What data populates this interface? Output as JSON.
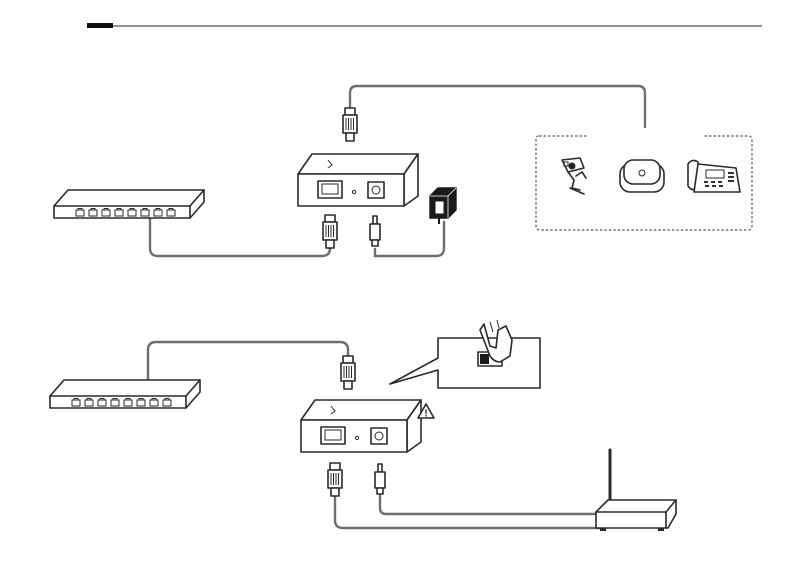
{
  "header": {
    "accent_color": "#111111",
    "rule_color": "#222222"
  },
  "diagrams": [
    {
      "name": "poe-supply-scenario",
      "devices": [
        "network-switch",
        "poe-injector",
        "power-adapter",
        "ip-camera",
        "access-point",
        "ip-phone"
      ]
    },
    {
      "name": "poe-splitter-scenario",
      "devices": [
        "network-switch",
        "poe-injector",
        "dip-switch-callout",
        "warning-icon",
        "wireless-router"
      ]
    }
  ],
  "warning": {
    "symbol": "!"
  }
}
